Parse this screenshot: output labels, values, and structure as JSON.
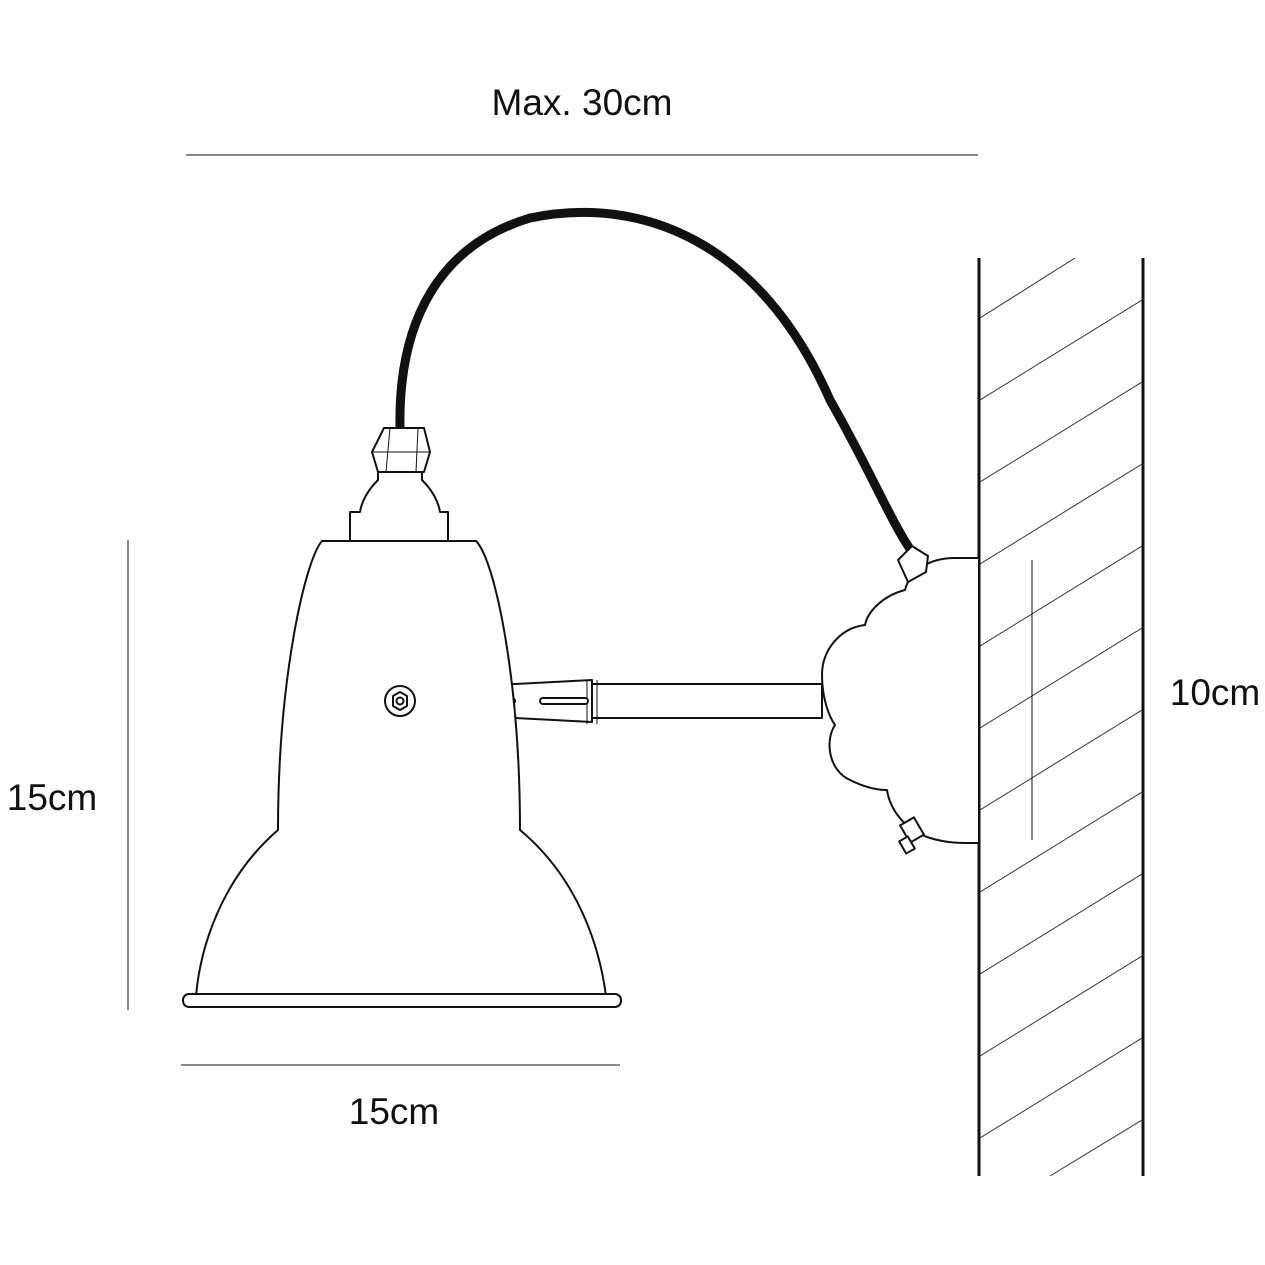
{
  "colors": {
    "line": "#111111",
    "background": "#ffffff",
    "cable": "#111111"
  },
  "dimensions": {
    "max_width": "Max. 30cm",
    "shade_height": "15cm",
    "shade_width": "15cm",
    "wall_plate_height": "10cm"
  }
}
